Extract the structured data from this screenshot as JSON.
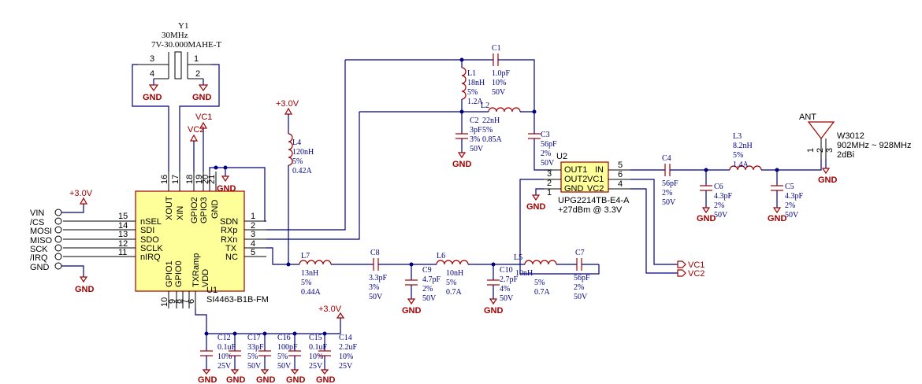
{
  "y1": {
    "ref": "Y1",
    "freq": "30MHz",
    "part": "7V-30.000MAHE-T",
    "pins": [
      "3",
      "1",
      "4",
      "2"
    ]
  },
  "u1": {
    "ref": "U1",
    "part": "SI4463-B1B-FM",
    "left_pins": [
      "nSEL",
      "SDI",
      "SDO",
      "SCLK",
      "nIRQ"
    ],
    "left_nums": [
      "15",
      "14",
      "13",
      "12",
      "11"
    ],
    "right_pins": [
      "SDN",
      "RXp",
      "RXn",
      "TX",
      "NC"
    ],
    "right_nums": [
      "1",
      "2",
      "3",
      "4",
      "5"
    ],
    "top_pins": [
      "XOUT",
      "XIN",
      "GPIO2",
      "GPIO3",
      "GND"
    ],
    "top_nums": [
      "16",
      "17",
      "18",
      "19",
      "20",
      "21"
    ],
    "bottom_pins": [
      "GPIO1",
      "GPIO0",
      "TXRamp",
      "VDD"
    ],
    "bottom_nums": [
      "10",
      "9",
      "8",
      "7",
      "6"
    ]
  },
  "header": {
    "signals": [
      "VIN",
      "/CS",
      "MOSI",
      "MISO",
      "SCK",
      "/IRQ",
      "GND"
    ]
  },
  "power": {
    "v3": "+3.0V",
    "vc1": "VC1",
    "vc2": "VC2",
    "gnd": "GND"
  },
  "u2": {
    "ref": "U2",
    "part": "UPG2214TB-E4-A",
    "note": "+27dBm @ 3.3V",
    "pins_left": [
      "OUT1",
      "OUT2",
      "GND"
    ],
    "nums_left": [
      "3",
      "2",
      "1"
    ],
    "pins_right": [
      "IN",
      "VC1",
      "VC2"
    ],
    "nums_right": [
      "5",
      "6",
      "4"
    ]
  },
  "ant": {
    "label": "ANT",
    "ref": "W3012",
    "freq": "902MHz ~ 928MHz",
    "gain": "2dBi",
    "pins": [
      "1",
      "2",
      "3"
    ]
  },
  "parts": {
    "l1": [
      "L1",
      "18nH",
      "5%",
      "1.2A"
    ],
    "c1": [
      "C1",
      "1.0pF",
      "10%",
      "50V"
    ],
    "l2": [
      "L2",
      "22nH",
      "5%",
      "0.85A"
    ],
    "c2": [
      "C2",
      "3pF",
      "3%",
      "50V"
    ],
    "c3": [
      "C3",
      "56pF",
      "2%",
      "50V"
    ],
    "l4": [
      "L4",
      "120nH",
      "5%",
      "0.42A"
    ],
    "c4": [
      "C4",
      "56pF",
      "2%",
      "50V"
    ],
    "l3": [
      "L3",
      "8.2nH",
      "5%",
      "1.4A"
    ],
    "c6": [
      "C6",
      "4.3pF",
      "2%",
      "50V"
    ],
    "c5": [
      "C5",
      "4.3pF",
      "2%",
      "50V"
    ],
    "l7": [
      "L7",
      "13nH",
      "5%",
      "0.44A"
    ],
    "c8": [
      "C8",
      "3.3pF",
      "3%",
      "50V"
    ],
    "c9": [
      "C9",
      "4.7pF",
      "2%",
      "50V"
    ],
    "l6": [
      "L6",
      "10nH",
      "5%",
      "0.7A"
    ],
    "c10": [
      "C10",
      "2.7pF",
      "4%",
      "50V"
    ],
    "l5": [
      "L5",
      "10nH",
      "5%",
      "0.7A"
    ],
    "c7": [
      "C7",
      "56pF",
      "2%",
      "50V"
    ],
    "c12": [
      "C12",
      "0.1uF",
      "10%",
      "25V"
    ],
    "c17": [
      "C17",
      "33pF",
      "5%",
      "50V"
    ],
    "c16": [
      "C16",
      "100pF",
      "5%",
      "50V"
    ],
    "c15": [
      "C15",
      "0.1uF",
      "10%",
      "25V"
    ],
    "c14": [
      "C14",
      "2.2uF",
      "10%",
      "25V"
    ]
  }
}
